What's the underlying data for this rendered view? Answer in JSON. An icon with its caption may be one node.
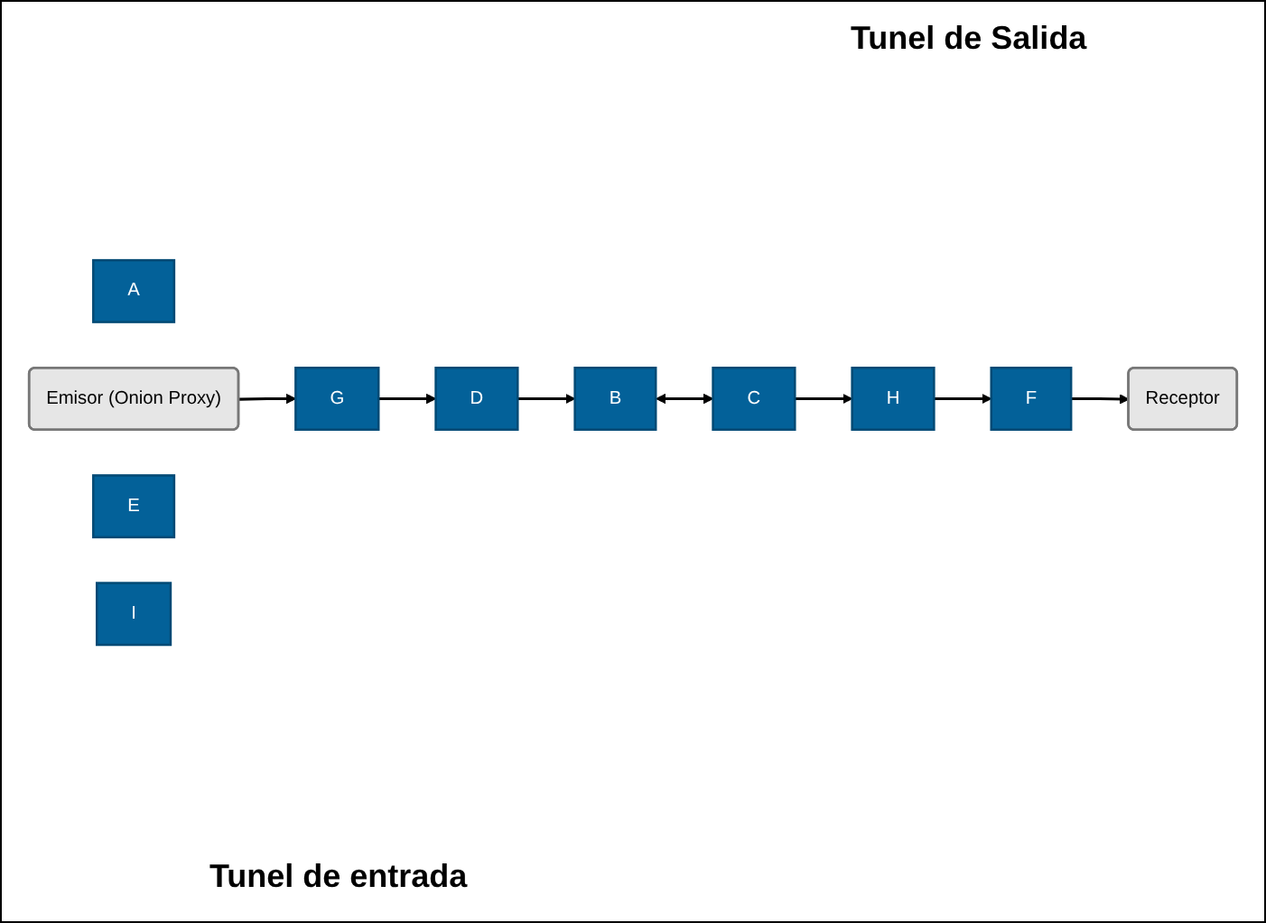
{
  "diagram": {
    "nodes": [
      {
        "text": [
          "A"
        ]
      },
      {
        "text": [
          "B"
        ]
      },
      {
        "text": [
          "C"
        ]
      },
      {
        "text": [
          "Emisor (Onion Proxy)"
        ]
      },
      {
        "text": [
          "D"
        ]
      },
      {
        "text": [
          "E"
        ]
      },
      {
        "text": [
          "F"
        ]
      },
      {
        "text": [
          "Receptor"
        ]
      },
      {
        "text": [
          "G"
        ]
      },
      {
        "text": [
          "H"
        ]
      },
      {
        "text": [
          "I"
        ]
      }
    ],
    "edges": [
      {
        "from": 3,
        "to": 8,
        "arrow": "to"
      },
      {
        "from": 8,
        "to": 4,
        "arrow": "to"
      },
      {
        "from": 4,
        "to": 1,
        "arrow": "to"
      },
      {
        "from": 1,
        "to": 2,
        "arrow": "both"
      },
      {
        "from": 2,
        "to": 9,
        "arrow": "to"
      },
      {
        "from": 9,
        "to": 6,
        "arrow": "to"
      },
      {
        "from": 6,
        "to": 7,
        "arrow": "to"
      }
    ],
    "labels": [
      "Tunel de Salida",
      "Tunel de entrada"
    ]
  }
}
